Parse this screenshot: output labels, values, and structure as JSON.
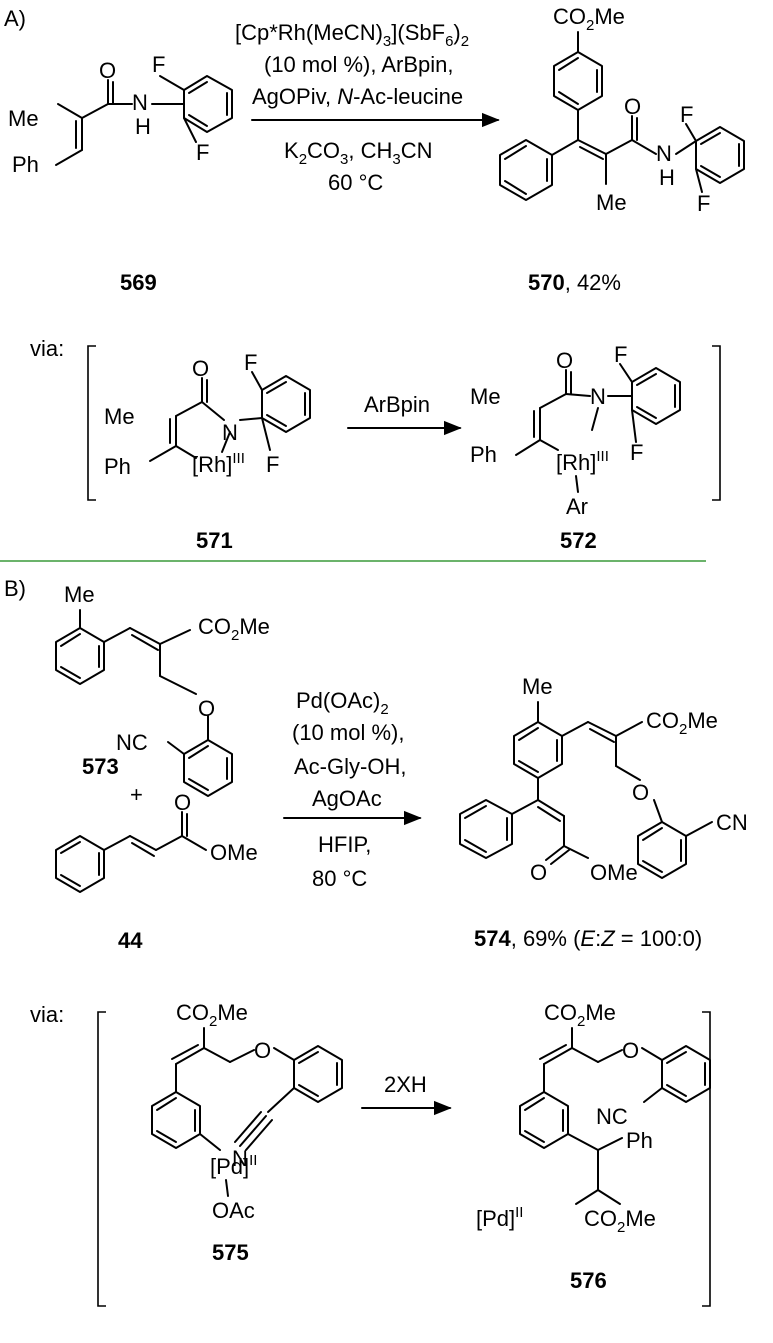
{
  "panel_a": {
    "label": "A)",
    "conditions": {
      "line1_pre": "[Cp*Rh(MeCN)",
      "line1_sub1": "3",
      "line1_mid": "](SbF",
      "line1_sub2": "6",
      "line1_post": ")",
      "line1_sub3": "2",
      "line2": "(10 mol %), ArBpin,",
      "line3_pre": "AgOPiv, ",
      "line3_ital": "N",
      "line3_post": "-Ac-leucine",
      "line4_pre": "K",
      "line4_sub1": "2",
      "line4_mid": "CO",
      "line4_sub2": "3",
      "line4_mid2": ", CH",
      "line4_sub3": "3",
      "line4_post": "CN",
      "line5": "60 °C"
    },
    "substrate": {
      "id": "569"
    },
    "product": {
      "id": "570",
      "yield": ", 42%"
    },
    "via_label": "via:",
    "int1": {
      "id": "571",
      "metal": "[Rh]",
      "ox": "III"
    },
    "int2": {
      "id": "572",
      "metal": "[Rh]",
      "ox": "III"
    },
    "reagent_arrow": "ArBpin"
  },
  "panel_b": {
    "label": "B)",
    "conditions": {
      "line1_pre": "Pd(OAc)",
      "line1_sub": "2",
      "line2": "(10 mol %),",
      "line3": "Ac-Gly-OH,",
      "line4": "AgOAc",
      "line5": "HFIP,",
      "line6": "80 °C"
    },
    "substrate1": {
      "id": "573"
    },
    "plus": "+",
    "substrate2": {
      "id": "44"
    },
    "product": {
      "id": "574",
      "yield_pre": ", 69% (",
      "e": "E",
      "colon": ":",
      "z": "Z",
      "yield_post": " = 100:0)"
    },
    "via_label": "via:",
    "int1": {
      "id": "575",
      "metal": "[Pd]",
      "ox": "II"
    },
    "int2": {
      "id": "576",
      "metal": "[Pd]",
      "ox": "II"
    },
    "reagent_arrow": "2XH"
  },
  "labels": {
    "me": "Me",
    "ph": "Ph",
    "o": "O",
    "n": "N",
    "h": "H",
    "f": "F",
    "ar": "Ar",
    "co2me_pre": "CO",
    "co2me_sub": "2",
    "co2me_post": "Me",
    "ome": "OMe",
    "nc": "NC",
    "cn": "CN",
    "oac": "OAc"
  },
  "colors": {
    "divider": "#3a9a3a",
    "ink": "#000000"
  }
}
